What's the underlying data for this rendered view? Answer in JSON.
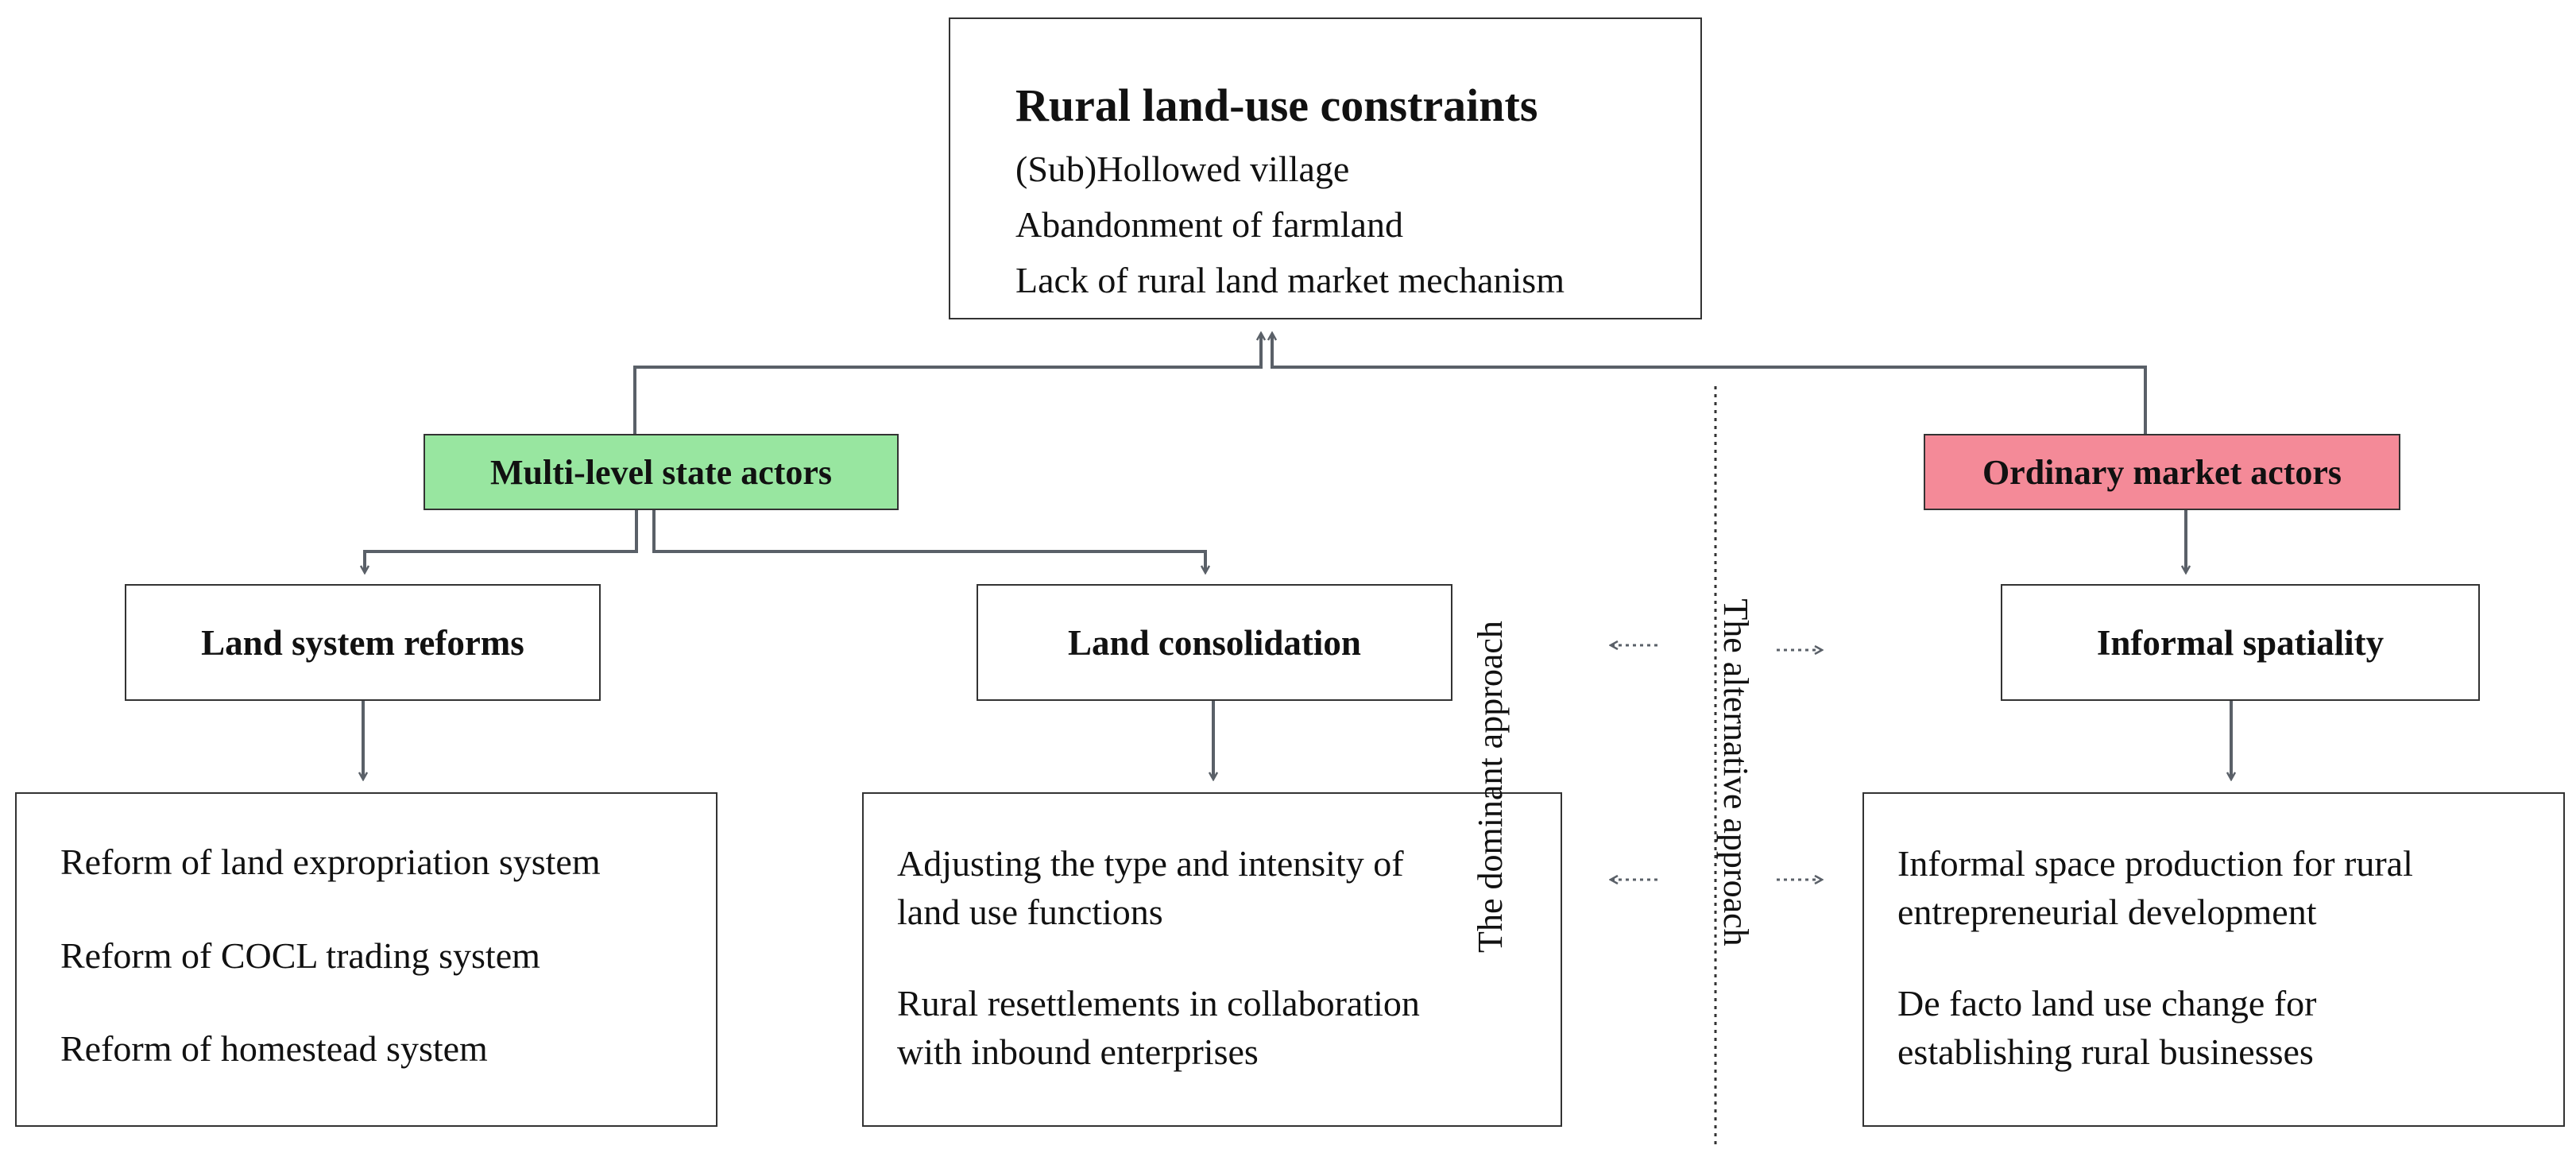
{
  "constraints": {
    "heading": "Rural land-use  constraints",
    "items": [
      "(Sub)Hollowed village",
      "Abandonment of farmland",
      "Lack of rural land market mechanism"
    ]
  },
  "state_actors": {
    "label": "Multi-level state actors",
    "color": "#98e6a0"
  },
  "market_actors": {
    "label": "Ordinary market actors",
    "color": "#f48a98"
  },
  "land_system_reforms": {
    "label": "Land system reforms",
    "items": [
      "Reform of land expropriation system",
      "Reform of COCL trading system",
      "Reform of homestead system"
    ]
  },
  "land_consolidation": {
    "label": "Land consolidation",
    "items": [
      [
        "Adjusting the type and intensity of",
        "land use functions"
      ],
      [
        "Rural resettlements in collaboration",
        "with inbound enterprises"
      ]
    ]
  },
  "informal_spatiality": {
    "label": "Informal spatiality",
    "items": [
      [
        "Informal space production for rural",
        "entrepreneurial development"
      ],
      [
        "De facto land use change for",
        "establishing rural businesses"
      ]
    ]
  },
  "approaches": {
    "dominant": "The dominant approach",
    "alternative": "The alternative approach"
  }
}
